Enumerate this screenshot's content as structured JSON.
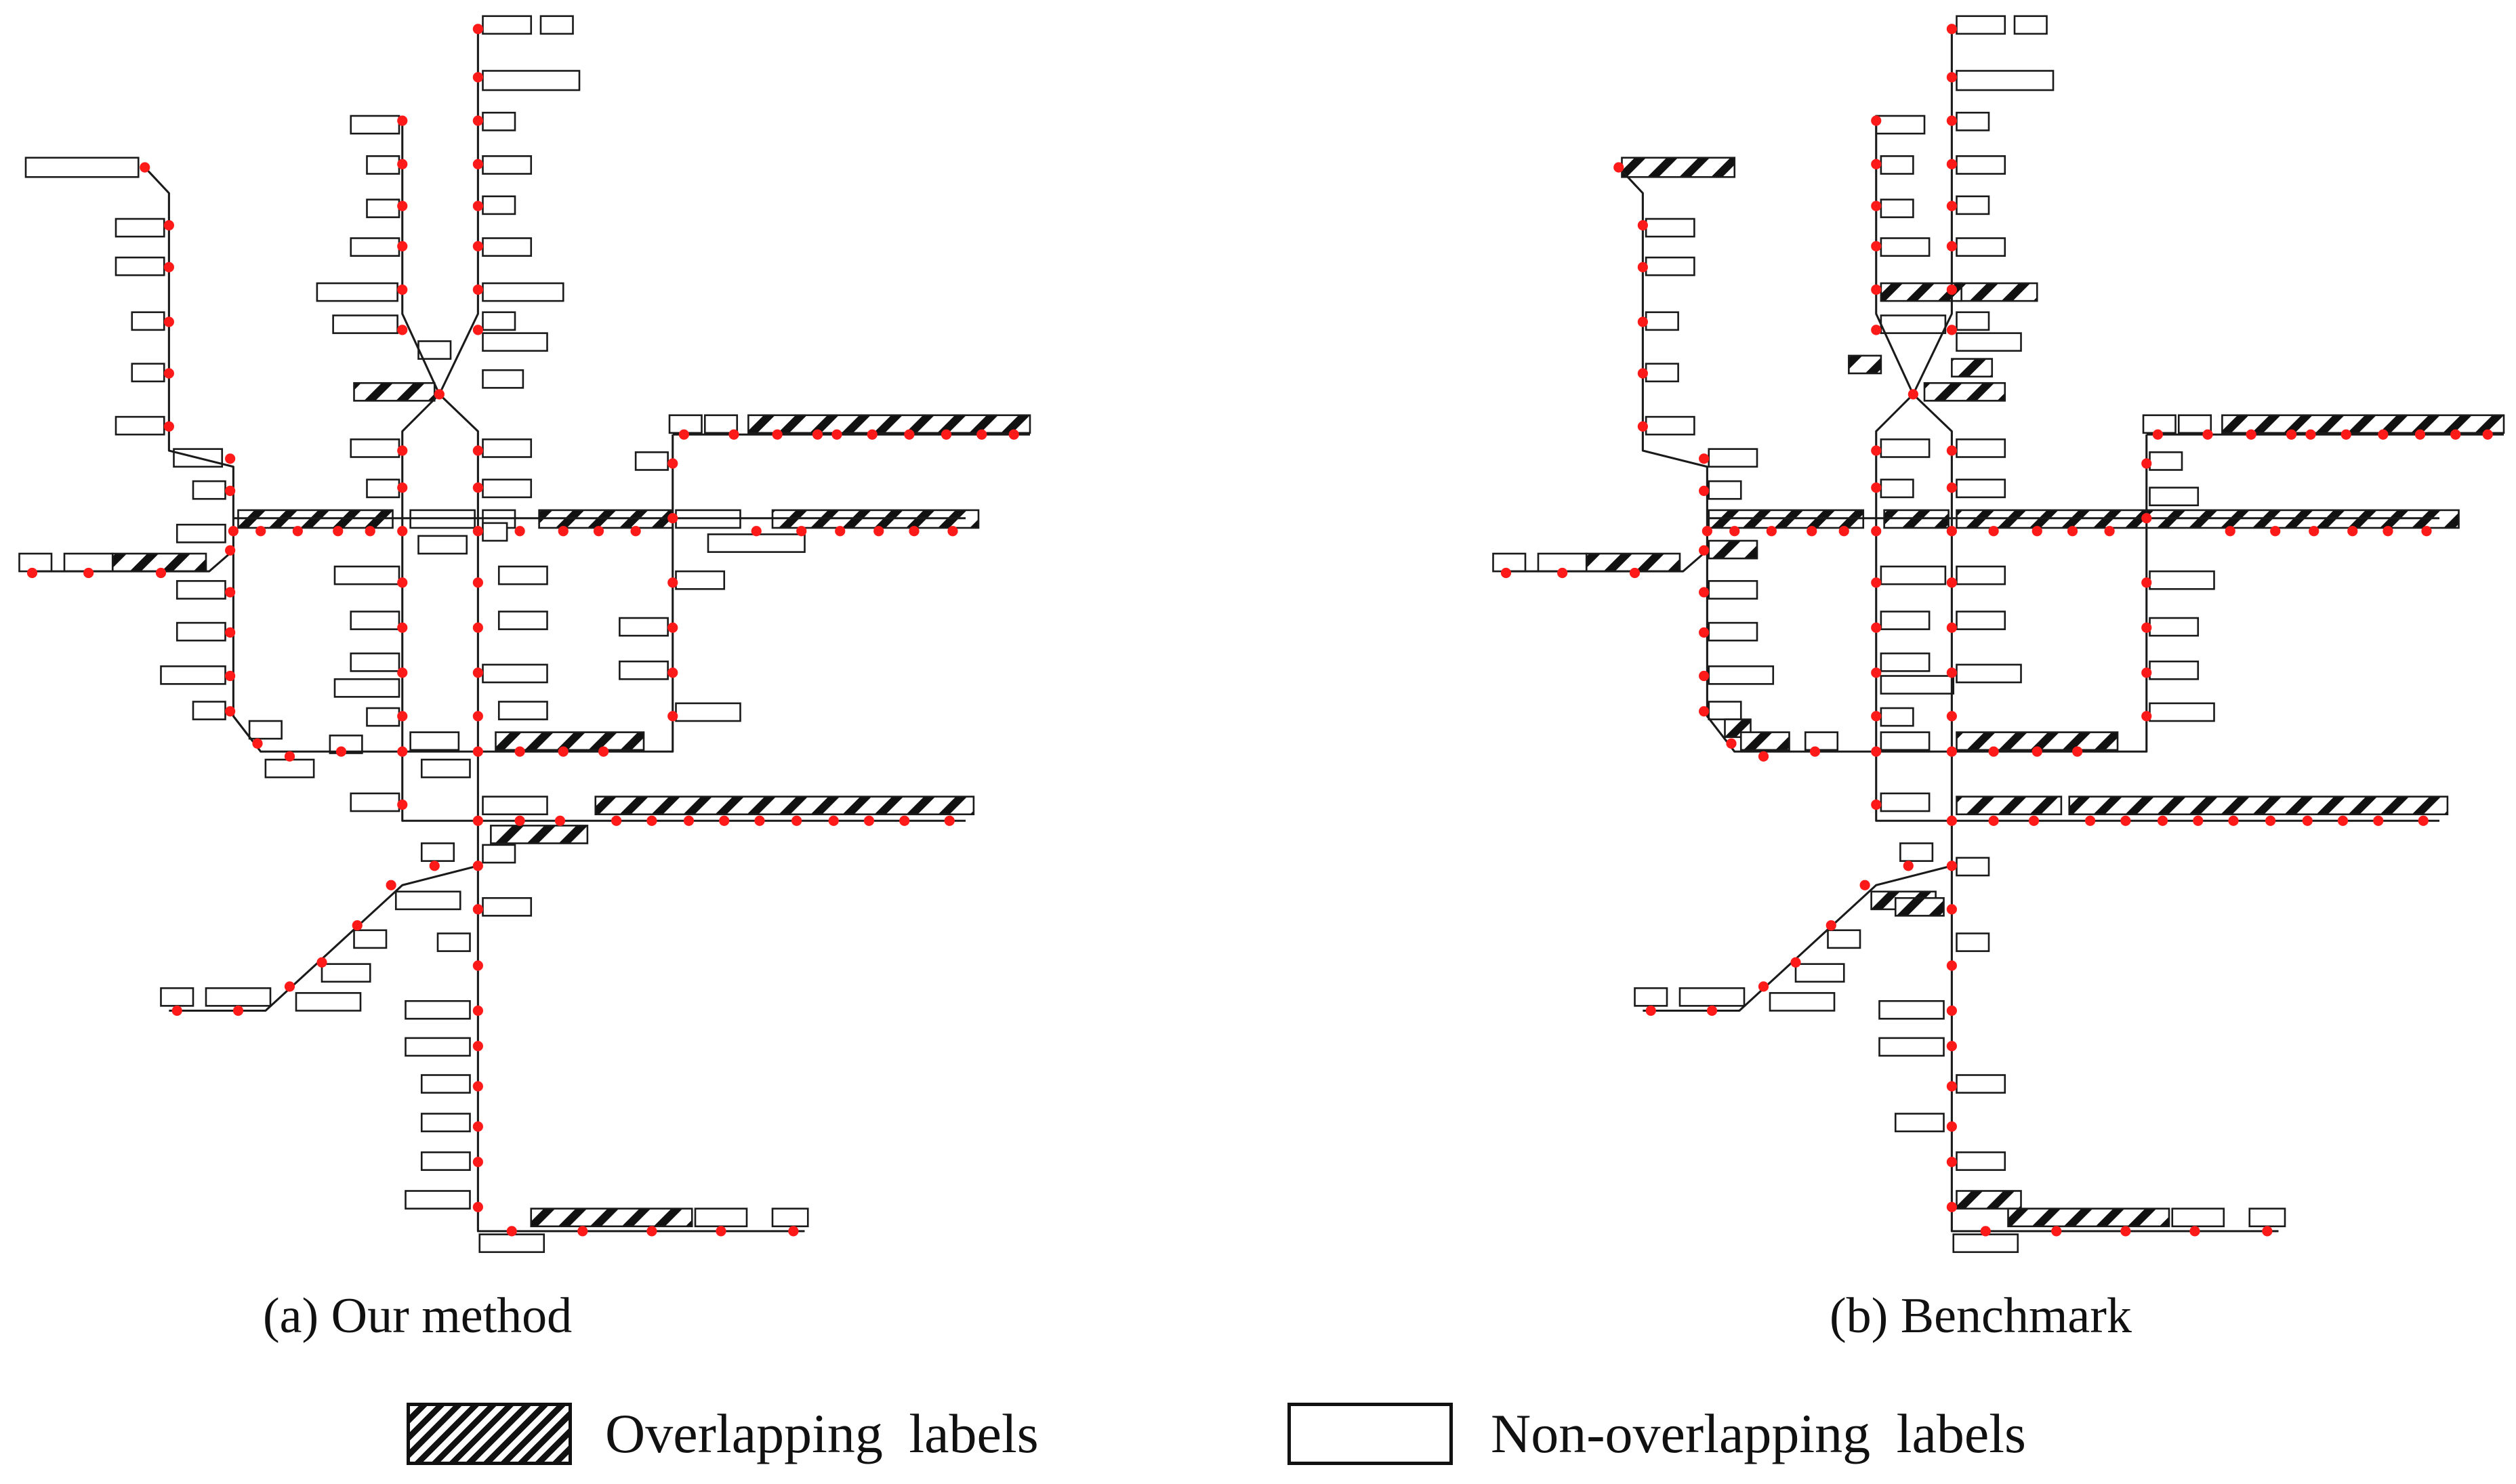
{
  "captions": {
    "panel_a": "(a) Our method",
    "panel_b": "(b) Benchmark"
  },
  "legend": {
    "overlapping": "Overlapping  labels",
    "non_overlapping": "Non-overlapping  labels"
  },
  "colors": {
    "station": "#ff1a1a",
    "line": "#1a1a1a",
    "label_border": "#1a1a1a",
    "label_fill": "#ffffff",
    "overlap_hatch": "#111111"
  }
}
